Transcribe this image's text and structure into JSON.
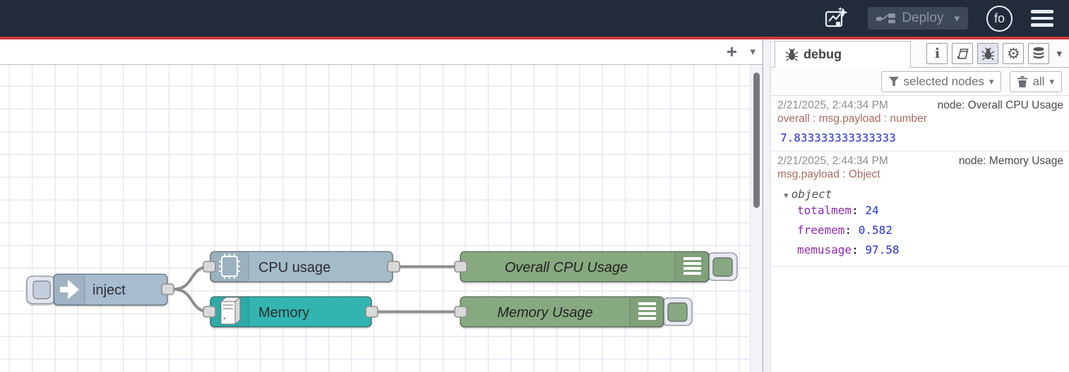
{
  "header": {
    "deploy_label": "Deploy",
    "avatar_label": "fo"
  },
  "icons": {
    "add_flow": "+",
    "caret_down": "▾",
    "object_caret": "▼",
    "info_glyph": "i",
    "gear_glyph": "⚙"
  },
  "colors": {
    "header_bg": "#222b3a",
    "accent_red_line": "#c93a3a",
    "inject_fill": "#a7bccf",
    "cpu_fill": "#a4bbca",
    "memory_fill": "#31b4b0",
    "debug_fill": "#87a980"
  },
  "canvas": {
    "nodes": {
      "inject": {
        "label": "inject"
      },
      "cpu": {
        "label": "CPU usage"
      },
      "memory": {
        "label": "Memory"
      },
      "debug_cpu": {
        "label": "Overall CPU Usage"
      },
      "debug_mem": {
        "label": "Memory Usage"
      }
    }
  },
  "sidebar": {
    "tab_label": "debug",
    "filter_button": "selected nodes",
    "clear_button": "all",
    "messages": [
      {
        "timestamp": "2/21/2025, 2:44:34 PM",
        "node": "node: Overall CPU Usage",
        "property": "overall : msg.payload : number",
        "value": "7.833333333333333"
      },
      {
        "timestamp": "2/21/2025, 2:44:34 PM",
        "node": "node: Memory Usage",
        "property": "msg.payload : Object",
        "object_label": "object",
        "fields": [
          {
            "key": "totalmem",
            "value": "24"
          },
          {
            "key": "freemem",
            "value": "0.582"
          },
          {
            "key": "memusage",
            "value": "97.58"
          }
        ]
      }
    ]
  }
}
